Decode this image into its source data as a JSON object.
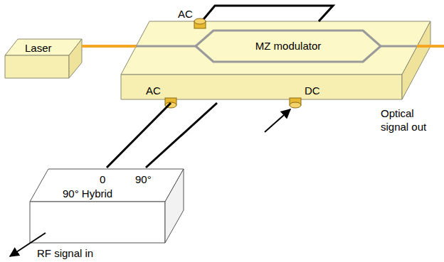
{
  "diagram": {
    "nodes": [
      {
        "text": [
          "Laser"
        ]
      },
      {
        "text": [
          "MZ modulator"
        ]
      },
      {
        "text": [
          "0",
          "90°",
          "90° Hybrid"
        ]
      }
    ],
    "edges": [
      {
        "from": 0,
        "to": 1,
        "arrow": "none"
      },
      {
        "from": 2,
        "to": 1,
        "arrow": "none"
      },
      {
        "from": 2,
        "to": 1,
        "arrow": "none"
      }
    ],
    "labels": [
      "AC",
      "AC",
      "DC",
      "Optical signal out",
      "RF signal in"
    ]
  }
}
